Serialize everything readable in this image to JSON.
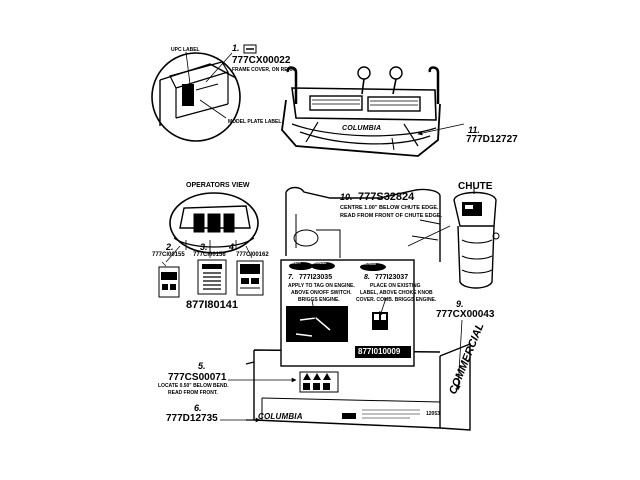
{
  "callouts": {
    "c1": {
      "num": "1.",
      "part": "777CX00022",
      "note": "FRAME COVER, ON REAR."
    },
    "c2": {
      "num": "2.",
      "part": "777CI00155"
    },
    "c3": {
      "num": "3.",
      "part": "777CI00156"
    },
    "c4": {
      "num": "4.",
      "part": "777CI00162"
    },
    "c5": {
      "num": "5.",
      "part": "777CS00071",
      "note_line1": "LOCATE 0.50\" BELOW BEND.",
      "note_line2": "READ FROM FRONT."
    },
    "c6": {
      "num": "6.",
      "part": "777D12735"
    },
    "c7": {
      "num": "7.",
      "part": "777I23035",
      "note_line1": "APPLY TO TAG ON ENGINE.",
      "note_line2": "ABOVE ON/OFF SWITCH.",
      "note_line3": "BRIGGS ENGINE."
    },
    "c8": {
      "num": "8.",
      "part": "777I23037",
      "note_line1": "PLACE ON EXISTING",
      "note_line2": "LABEL, ABOVE CHOKE KNOB",
      "note_line3": "COVER. COMB. BRIGGS ENGINE."
    },
    "c9": {
      "num": "9.",
      "part": "777CX00043"
    },
    "c10": {
      "num": "10.",
      "part": "777S32824",
      "note_line1": "CENTRE 1.00\" BELOW CHUTE EDGE.",
      "note_line2": "READ FROM FRONT OF CHUTE EDGE."
    },
    "c11": {
      "num": "11.",
      "part": "777D12727"
    }
  },
  "labels": {
    "upc": "UPC LABEL",
    "model_plate": "MODEL PLATE LABEL",
    "operators_view": "OPERATORS VIEW",
    "chute": "CHUTE",
    "decal_set": "877I80141",
    "engine_label": "877I010009",
    "brand": "COLUMBIA",
    "commercial": "COMMERCIAL",
    "model_no": "12053",
    "tag_safety": "SAFETY",
    "tag_warning": "WARNING",
    "tag_caution": "CAUTION"
  }
}
